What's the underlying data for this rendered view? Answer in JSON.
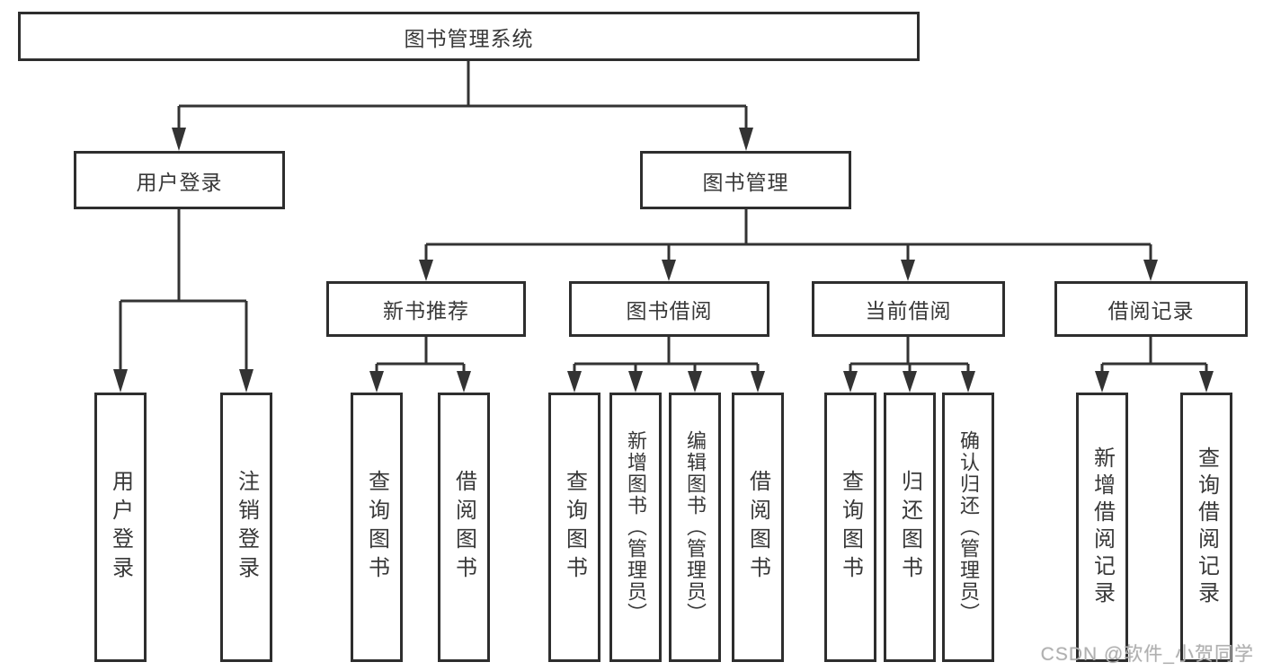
{
  "diagram": {
    "title": "图书管理系统",
    "colors": {
      "line": "#333333",
      "box_border": "#2e2e2e",
      "text": "#383838",
      "watermark": "#b0b0b0"
    },
    "level2": [
      {
        "label": "用户登录"
      },
      {
        "label": "图书管理"
      }
    ],
    "level3": [
      {
        "label": "新书推荐"
      },
      {
        "label": "图书借阅"
      },
      {
        "label": "当前借阅"
      },
      {
        "label": "借阅记录"
      }
    ],
    "leaves": {
      "user_login": [
        "用户登录",
        "注销登录"
      ],
      "new_book_recommend": [
        "查询图书",
        "借阅图书"
      ],
      "book_borrowing": [
        "查询图书",
        "新增图书（管理员）",
        "编辑图书（管理员）",
        "借阅图书"
      ],
      "current_borrowing": [
        "查询图书",
        "归还图书",
        "确认归还（管理员）"
      ],
      "borrowing_records": [
        "新增借阅记录",
        "查询借阅记录"
      ]
    },
    "watermark": "CSDN @软件_小贺同学"
  }
}
